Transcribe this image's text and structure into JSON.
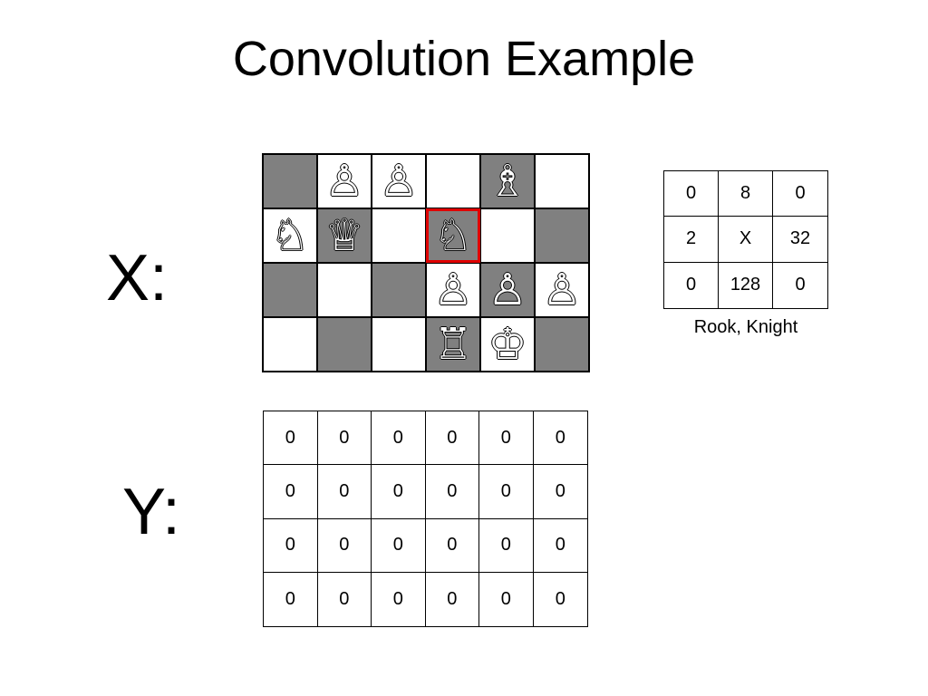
{
  "title": "Convolution Example",
  "labels": {
    "x": "X:",
    "y": "Y:"
  },
  "board": {
    "rows": [
      [
        {
          "shade": "dark",
          "piece": ""
        },
        {
          "shade": "light",
          "piece": "pawn-icon"
        },
        {
          "shade": "light",
          "piece": "pawn-icon"
        },
        {
          "shade": "light",
          "piece": ""
        },
        {
          "shade": "dark",
          "piece": "bishop-icon"
        },
        {
          "shade": "light",
          "piece": ""
        }
      ],
      [
        {
          "shade": "light",
          "piece": "knight-icon"
        },
        {
          "shade": "dark",
          "piece": "queen-icon"
        },
        {
          "shade": "light",
          "piece": ""
        },
        {
          "shade": "dark",
          "piece": "knight-icon",
          "highlight": true
        },
        {
          "shade": "light",
          "piece": ""
        },
        {
          "shade": "dark",
          "piece": ""
        }
      ],
      [
        {
          "shade": "dark",
          "piece": ""
        },
        {
          "shade": "light",
          "piece": ""
        },
        {
          "shade": "dark",
          "piece": ""
        },
        {
          "shade": "light",
          "piece": "pawn-icon"
        },
        {
          "shade": "dark",
          "piece": "pawn-icon"
        },
        {
          "shade": "light",
          "piece": "pawn-icon"
        }
      ],
      [
        {
          "shade": "light",
          "piece": ""
        },
        {
          "shade": "dark",
          "piece": ""
        },
        {
          "shade": "light",
          "piece": ""
        },
        {
          "shade": "dark",
          "piece": "rook-icon"
        },
        {
          "shade": "light",
          "piece": "king-icon"
        },
        {
          "shade": "dark",
          "piece": ""
        }
      ]
    ],
    "highlight_color": "#e00000",
    "dark_color": "#808080"
  },
  "kernel": {
    "cells": [
      [
        "0",
        "8",
        "0"
      ],
      [
        "2",
        "X",
        "32"
      ],
      [
        "0",
        "128",
        "0"
      ]
    ],
    "caption": "Rook, Knight"
  },
  "output": {
    "cells": [
      [
        "0",
        "0",
        "0",
        "0",
        "0",
        "0"
      ],
      [
        "0",
        "0",
        "0",
        "0",
        "0",
        "0"
      ],
      [
        "0",
        "0",
        "0",
        "0",
        "0",
        "0"
      ],
      [
        "0",
        "0",
        "0",
        "0",
        "0",
        "0"
      ]
    ]
  }
}
